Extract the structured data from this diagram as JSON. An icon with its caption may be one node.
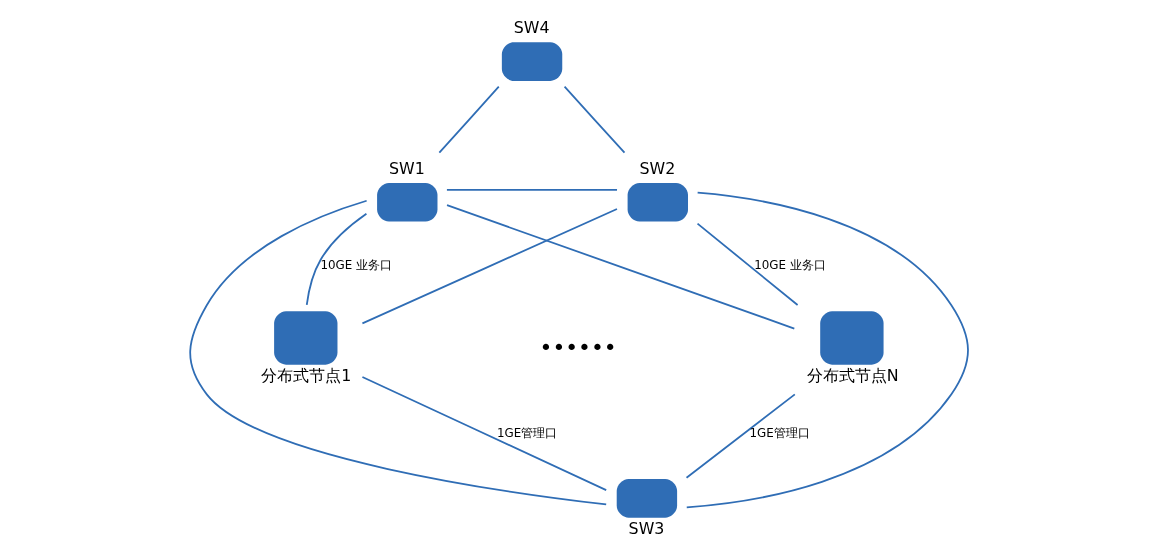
{
  "diagram": {
    "nodes": [
      {
        "text": [],
        "shape": "box",
        "beside": [
          "SW4"
        ]
      },
      {
        "text": [],
        "shape": "box",
        "beside": [
          "SW1"
        ]
      },
      {
        "text": [],
        "shape": "box",
        "beside": [
          "SW2"
        ]
      },
      {
        "text": [],
        "shape": "box",
        "beside": [
          "分布式节点1"
        ]
      },
      {
        "text": [],
        "shape": "box",
        "beside": [
          "分布式节点N"
        ]
      },
      {
        "text": [],
        "shape": "box",
        "beside": [
          "SW3"
        ]
      }
    ],
    "edges": [
      {
        "from": 1,
        "to": 0,
        "arrow": "none"
      },
      {
        "from": 0,
        "to": 2,
        "arrow": "none"
      },
      {
        "from": 1,
        "to": 2,
        "arrow": "none"
      },
      {
        "from": 1,
        "to": 3,
        "arrow": "none",
        "label": "10GE 业务口"
      },
      {
        "from": 1,
        "to": 4,
        "arrow": "none"
      },
      {
        "from": 2,
        "to": 3,
        "arrow": "none"
      },
      {
        "from": 2,
        "to": 4,
        "arrow": "none",
        "label": "10GE 业务口"
      },
      {
        "from": 3,
        "to": 5,
        "arrow": "none",
        "label": "1GE管理口"
      },
      {
        "from": 4,
        "to": 5,
        "arrow": "none",
        "label": "1GE管理口"
      },
      {
        "from": 1,
        "to": 5,
        "arrow": "none"
      },
      {
        "from": 2,
        "to": 5,
        "arrow": "none"
      }
    ],
    "labels": [
      "••••••"
    ]
  }
}
